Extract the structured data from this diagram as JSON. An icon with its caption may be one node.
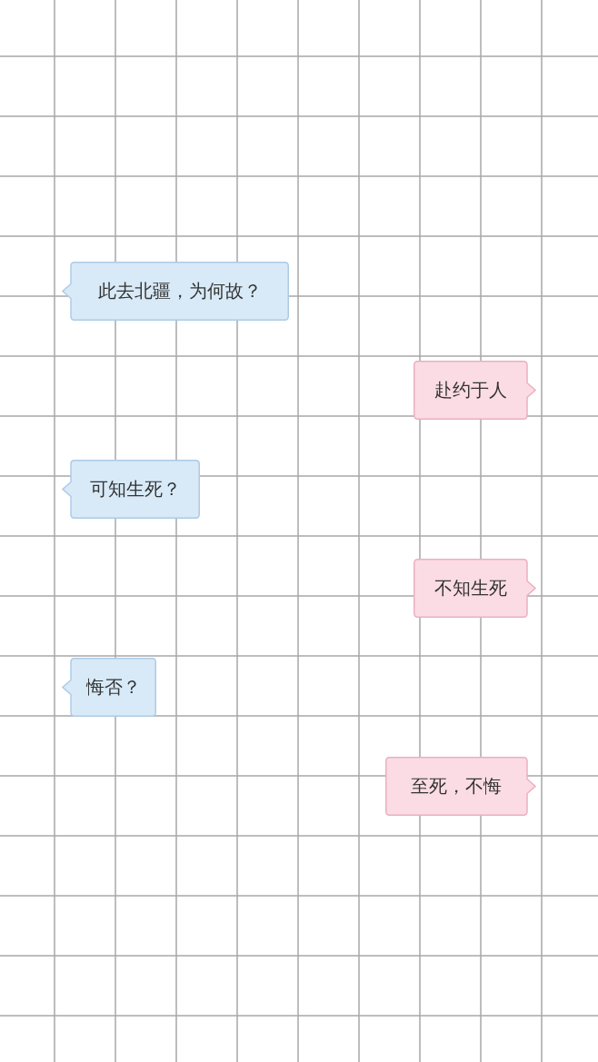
{
  "diagram": {
    "nodes": [
      {
        "text": [
          "此去北疆，为何故？"
        ]
      },
      {
        "text": [
          "赴约于人"
        ]
      },
      {
        "text": [
          "可知生死？"
        ]
      },
      {
        "text": [
          "不知生死"
        ]
      },
      {
        "text": [
          "悔否？"
        ]
      },
      {
        "text": [
          "至死，不悔"
        ]
      }
    ]
  }
}
